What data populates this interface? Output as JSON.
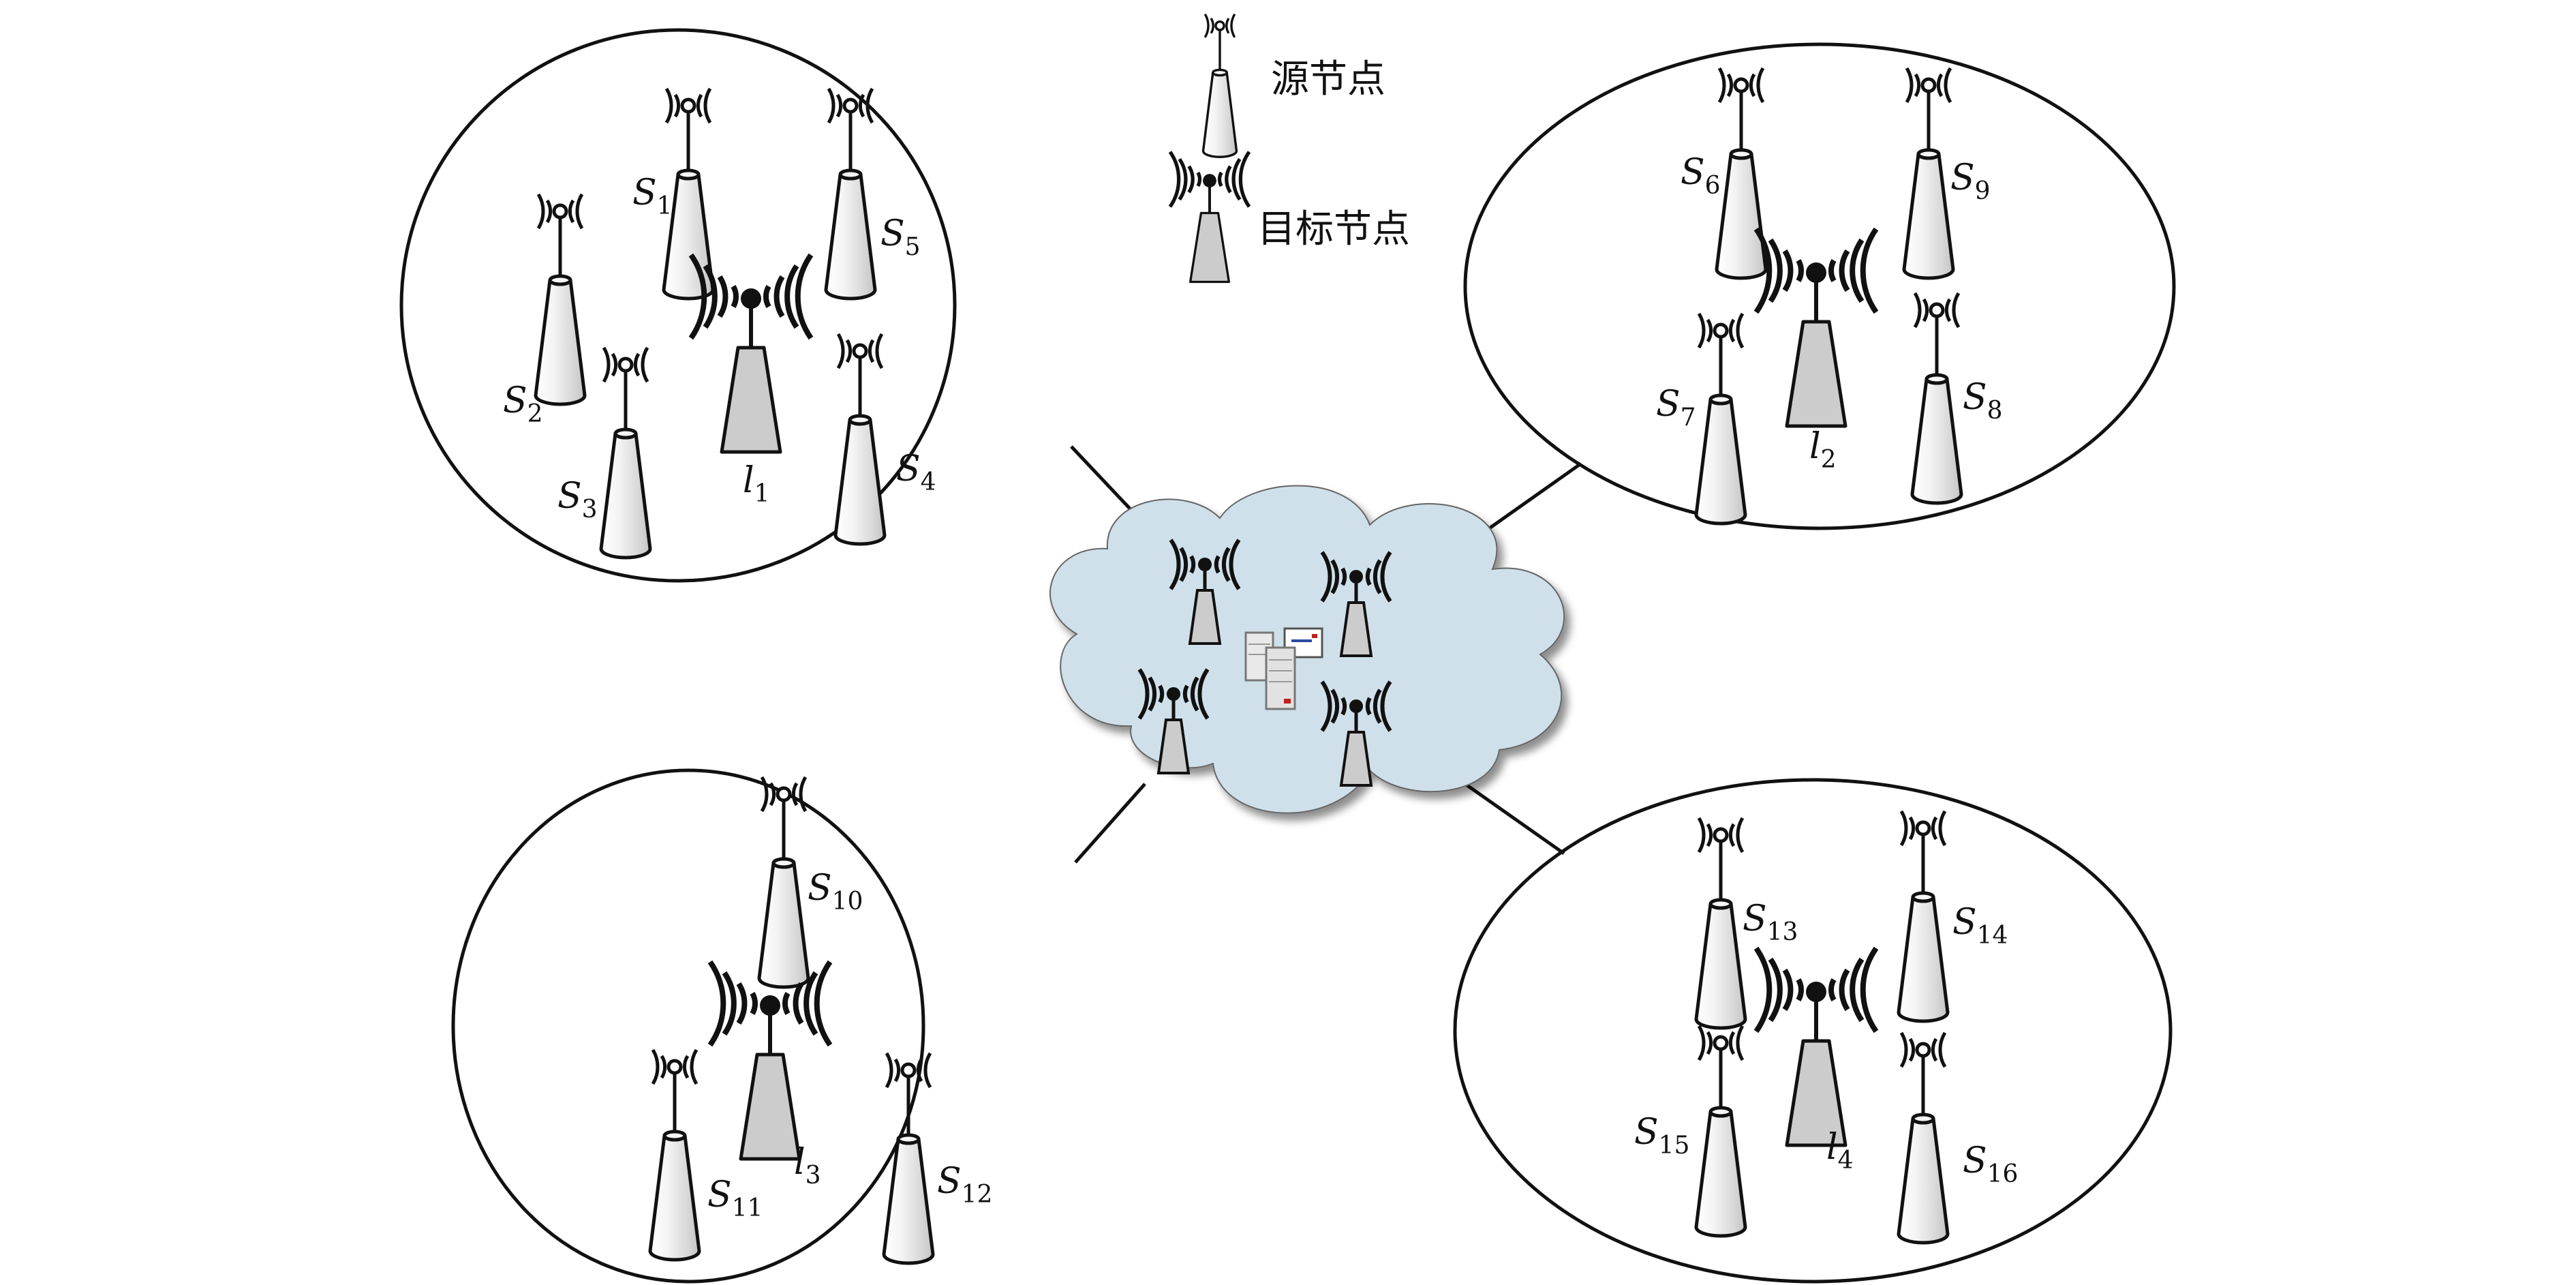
{
  "legend": {
    "source_label": "源节点",
    "target_label": "目标节点"
  },
  "clusters": [
    {
      "target": {
        "letter": "l",
        "sub": "1"
      },
      "sources": [
        {
          "letter": "S",
          "sub": "1"
        },
        {
          "letter": "S",
          "sub": "2"
        },
        {
          "letter": "S",
          "sub": "3"
        },
        {
          "letter": "S",
          "sub": "4"
        },
        {
          "letter": "S",
          "sub": "5"
        }
      ]
    },
    {
      "target": {
        "letter": "l",
        "sub": "2"
      },
      "sources": [
        {
          "letter": "S",
          "sub": "6"
        },
        {
          "letter": "S",
          "sub": "7"
        },
        {
          "letter": "S",
          "sub": "8"
        },
        {
          "letter": "S",
          "sub": "9"
        }
      ]
    },
    {
      "target": {
        "letter": "l",
        "sub": "3"
      },
      "sources": [
        {
          "letter": "S",
          "sub": "10"
        },
        {
          "letter": "S",
          "sub": "11"
        },
        {
          "letter": "S",
          "sub": "12"
        }
      ]
    },
    {
      "target": {
        "letter": "l",
        "sub": "4"
      },
      "sources": [
        {
          "letter": "S",
          "sub": "13"
        },
        {
          "letter": "S",
          "sub": "14"
        },
        {
          "letter": "S",
          "sub": "15"
        },
        {
          "letter": "S",
          "sub": "16"
        }
      ]
    }
  ],
  "colors": {
    "cloud_fill": "#cfe0ea",
    "cloud_shadow": "#9aa0a6",
    "target_fill": "#cccccc",
    "stroke": "#111111"
  },
  "icons": {
    "source": "source-node-icon",
    "target": "target-node-icon",
    "cloud": "cloud-icon",
    "server": "server-icon"
  }
}
